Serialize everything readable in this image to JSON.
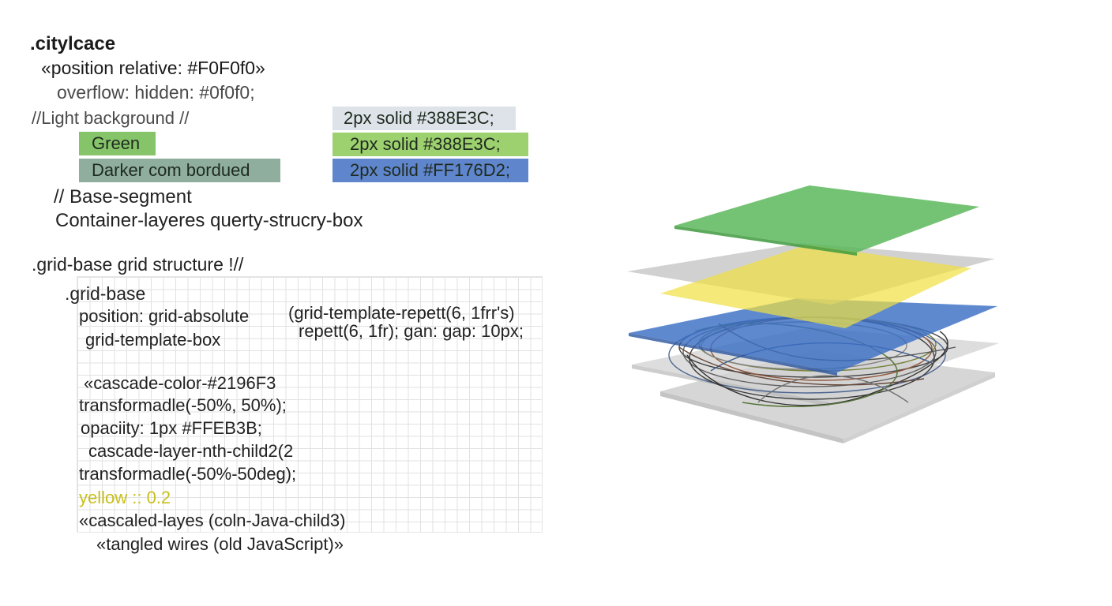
{
  "header": {
    "selector": ".citylcace",
    "line_position": "«position relative: #F0F0f0»",
    "line_overflow": "overflow: hidden: #0f0f0;",
    "comment_light": "//Light background //"
  },
  "swatches": {
    "green": "Green",
    "darker": "Darker com bordued",
    "border_gray": "2px solid #388E3C;",
    "border_green": "2px solid #388E3C;",
    "border_blue": "2px solid #FF176D2;"
  },
  "base_segment": {
    "comment": "//  Base-segment",
    "container": "Container-layeres querty-strucry-box"
  },
  "grid_section": {
    "heading": ".grid-base grid structure !//",
    "selector": ".grid-base",
    "position": "position: grid-absolute",
    "template_box": "grid-template-box",
    "template_repeat": "(grid-template-repett(6, 1frr's)",
    "repeat_gap": "repett(6, 1fr); gan: gap: 10px;",
    "cascade_color": "«cascade-color-#2196F3",
    "transform1": "transformadle(-50%, 50%);",
    "opacity": "opaciity: 1px #FFEB3B;",
    "nth_child": "cascade-layer-nth-child2(2",
    "transform2": "transformadle(-50%-50deg);",
    "yellow": "yellow :: 0.2",
    "cascaded": "«cascaled-layes (coln-Java-child3)",
    "tangled": "«tangled wires (old JavaScript)»"
  },
  "illustration": {
    "layers": [
      "green",
      "gray",
      "yellow",
      "blue",
      "gray",
      "gray"
    ],
    "colors": {
      "green": "#5cb85c",
      "gray": "#bdbdbd",
      "yellow": "#f0e040",
      "blue": "#3a6fc4"
    }
  }
}
